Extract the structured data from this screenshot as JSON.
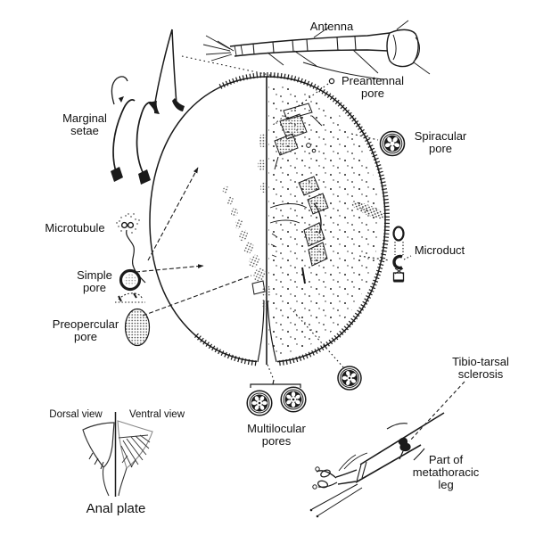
{
  "figure": {
    "subject": "Scale insect morphology diagram, dorsal (left) and ventral (right) halves"
  },
  "labels": {
    "antenna": {
      "text": "Antenna"
    },
    "marginal_setae": {
      "lines": [
        "Marginal",
        "setae"
      ]
    },
    "preantennal_pore": {
      "lines": [
        "Preantennal",
        "pore"
      ]
    },
    "spiracular_pore": {
      "lines": [
        "Spiracular",
        "pore"
      ]
    },
    "microduct": {
      "text": "Microduct"
    },
    "microtubule": {
      "text": "Microtubule"
    },
    "simple_pore": {
      "lines": [
        "Simple",
        "pore"
      ]
    },
    "preopercular_pore": {
      "lines": [
        "Preopercular",
        "pore"
      ]
    },
    "multilocular_pores": {
      "lines": [
        "Multilocular",
        "pores"
      ]
    },
    "tibio_tarsal_sclerosis": {
      "lines": [
        "Tibio-tarsal",
        "sclerosis"
      ]
    },
    "part_of_metathoracic_leg": {
      "lines": [
        "Part of",
        "metathoracic",
        "leg"
      ]
    },
    "dorsal_view": {
      "text": "Dorsal view"
    },
    "ventral_view": {
      "text": "Ventral view"
    },
    "anal_plate": {
      "text": "Anal plate"
    }
  },
  "colors": {
    "ink": "#1a1a1a",
    "background": "#ffffff",
    "sketch_gray": "#8a8a8a"
  }
}
